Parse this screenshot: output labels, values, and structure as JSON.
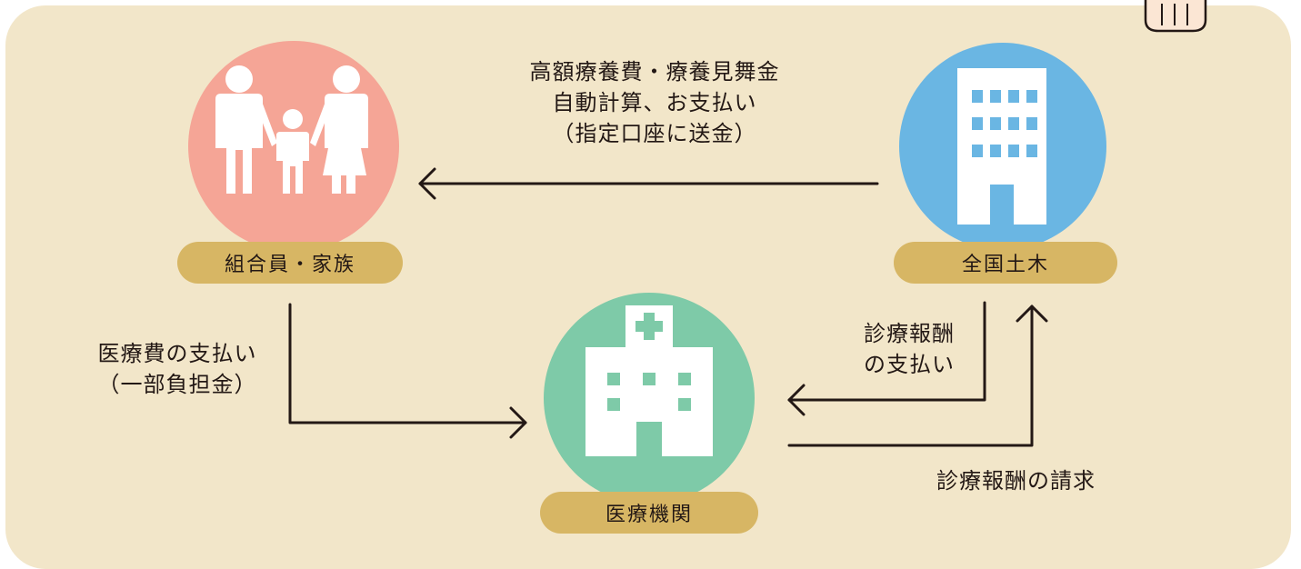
{
  "colors": {
    "background": "#f2e6c9",
    "pill": "#d7b664",
    "family_circle": "#f5a596",
    "office_circle": "#6ab6e3",
    "hospital_circle": "#7ecaa8",
    "arrow": "#231815",
    "icon": "#ffffff"
  },
  "nodes": {
    "family": {
      "label": "組合員・家族",
      "icon": "family-icon"
    },
    "office": {
      "label": "全国土木",
      "icon": "building-icon"
    },
    "hospital": {
      "label": "医療機関",
      "icon": "hospital-icon"
    }
  },
  "edges": {
    "office_to_family": {
      "lines": [
        "高額療養費・療養見舞金",
        "自動計算、お支払い",
        "（指定口座に送金）"
      ]
    },
    "family_to_hospital": {
      "lines": [
        "医療費の支払い",
        "（一部負担金）"
      ]
    },
    "office_to_hospital": {
      "lines": [
        "診療報酬",
        "の支払い"
      ]
    },
    "hospital_to_office": {
      "label": "診療報酬の請求"
    }
  }
}
